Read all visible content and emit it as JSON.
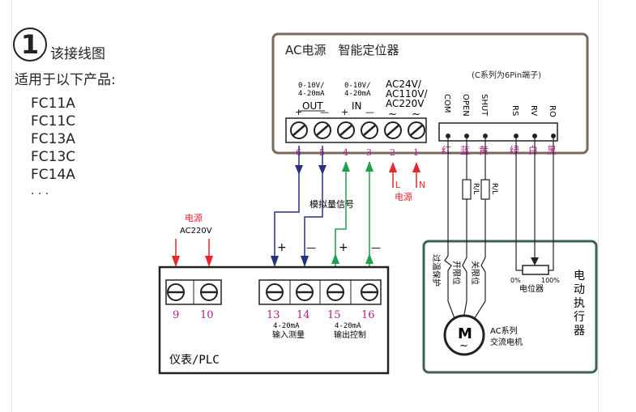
{
  "header": {
    "circle_number": "1",
    "title": "该接线图",
    "subtitle": "适用于以下产品:"
  },
  "products": [
    "FC11A",
    "FC11C",
    "FC13A",
    "FC13C",
    "FC14A",
    ". . ."
  ],
  "positioner": {
    "title": "AC电源　智能定位器",
    "pin_note": "(C系列为6Pin端子)",
    "out_label": "OUT",
    "out_range_1": "0-10V/",
    "out_range_2": "4-20mA",
    "in_label": "IN",
    "in_range_1": "0-10V/",
    "in_range_2": "4-20mA",
    "power_1": "AC24V/",
    "power_2": "AC110V/",
    "power_3": "AC220V",
    "plus_1": "+",
    "minus_1": "—",
    "plus_2": "+",
    "minus_2": "—",
    "tilde_1": "~",
    "tilde_2": "~",
    "terminal_numbers": [
      "6",
      "5",
      "4",
      "3",
      "2",
      "1"
    ],
    "pin_labels": [
      "COM",
      "OPEN",
      "SHUT",
      "RS",
      "RV",
      "RO"
    ],
    "pin_colors": [
      "红",
      "蓝",
      "黄",
      "绿",
      "白",
      "黑"
    ]
  },
  "power_in": {
    "label": "电源",
    "l": "L",
    "n": "N"
  },
  "analog_label": "模拟量信号",
  "plc": {
    "title": "仪表/PLC",
    "power_label": "电源",
    "power_voltage": "AC220V",
    "terminal_numbers": [
      "9",
      "10",
      "13",
      "14",
      "15",
      "16"
    ],
    "input_range": "4-20mA",
    "input_label": "输入测量",
    "output_range": "4-20mA",
    "output_label": "输出控制",
    "plus_a": "+",
    "minus_a": "—",
    "plus_b": "+",
    "minus_b": "—"
  },
  "actuator": {
    "title_chars": [
      "电",
      "动",
      "执",
      "行",
      "器"
    ],
    "overheat": "过温保护",
    "open_limit": "开限位",
    "close_limit": "关限位",
    "pot_label": "电位器",
    "pot_min": "0%",
    "pot_max": "100%",
    "motor_symbol": "M",
    "motor_tilde": "~",
    "motor_label_1": "AC系列",
    "motor_label_2": "交流电机",
    "resistor_label": "R/L"
  },
  "colors": {
    "red": "#e8262b",
    "blue": "#283080",
    "green": "#1fa04a",
    "pink": "#b0208a",
    "box_brown": "#7a6a5a",
    "box_teal": "#3d5f5e"
  }
}
